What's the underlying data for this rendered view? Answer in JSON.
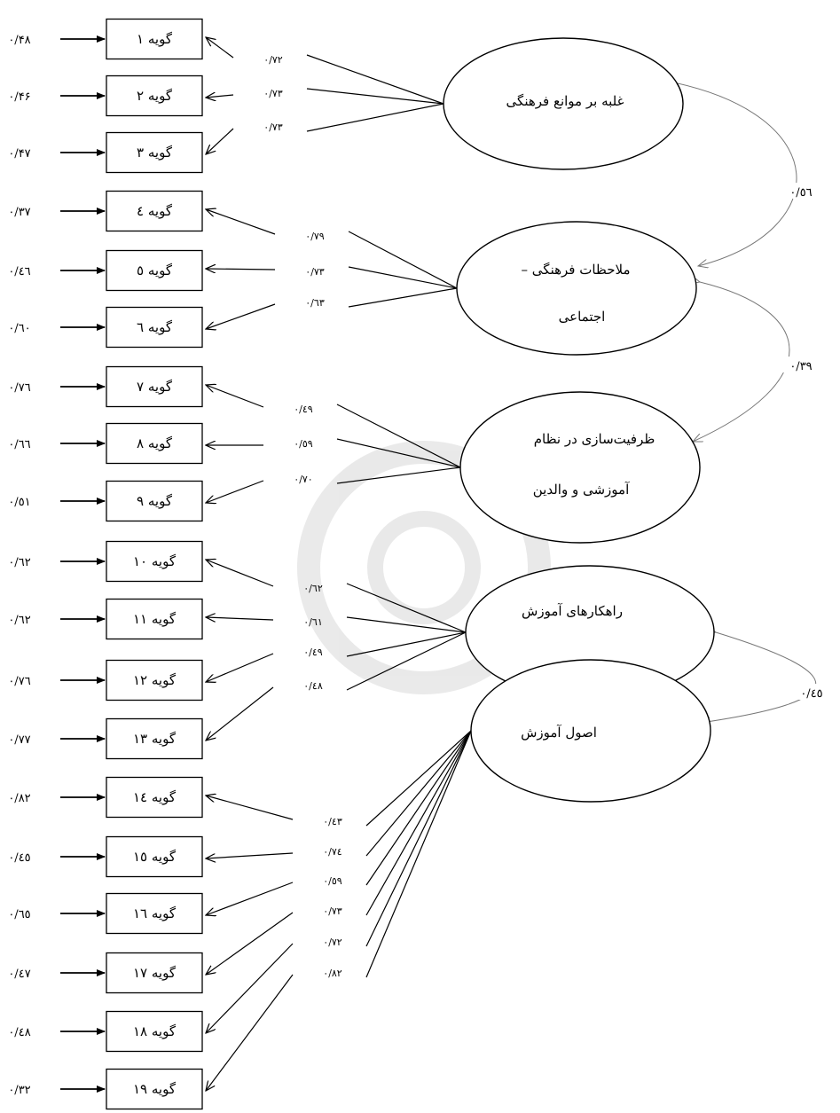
{
  "items": [
    {
      "label": "گویه ۱",
      "error": "۰/۴۸"
    },
    {
      "label": "گویه ۲",
      "error": "۰/۴۶"
    },
    {
      "label": "گویه ۳",
      "error": "۰/۴۷"
    },
    {
      "label": "گویه ٤",
      "error": "۰/۳۷"
    },
    {
      "label": "گویه ٥",
      "error": "۰/٤٦"
    },
    {
      "label": "گویه ٦",
      "error": "۰/٦٠"
    },
    {
      "label": "گویه ۷",
      "error": "۰/۷٦"
    },
    {
      "label": "گویه ۸",
      "error": "۰/٦٦"
    },
    {
      "label": "گویه ۹",
      "error": "۰/٥١"
    },
    {
      "label": "گویه ۱۰",
      "error": "۰/٦۲"
    },
    {
      "label": "گویه ۱۱",
      "error": "۰/٦۲"
    },
    {
      "label": "گویه ۱۲",
      "error": "۰/۷٦"
    },
    {
      "label": "گویه ۱۳",
      "error": "۰/۷۷"
    },
    {
      "label": "گویه ١٤",
      "error": "۰/۸۲"
    },
    {
      "label": "گویه ۱٥",
      "error": "۰/٤٥"
    },
    {
      "label": "گویه ۱٦",
      "error": "۰/٦٥"
    },
    {
      "label": "گویه ۱۷",
      "error": "۰/٤۷"
    },
    {
      "label": "گویه ۱۸",
      "error": "۰/٤۸"
    },
    {
      "label": "گویه ۱۹",
      "error": "۰/۳۲"
    }
  ],
  "factors": [
    {
      "lines": [
        "غلبه بر موانع فرهنگی"
      ],
      "items": [
        0,
        1,
        2
      ],
      "loadings": [
        "۰/۷۲",
        "۰/۷۳",
        "۰/۷۳"
      ]
    },
    {
      "lines": [
        "ملاحظات فرهنگی –",
        "اجتماعی"
      ],
      "items": [
        3,
        4,
        5
      ],
      "loadings": [
        "۰/۷۹",
        "۰/۷۳",
        "۰/٦۳"
      ]
    },
    {
      "lines": [
        "ظرفیت‌سازی در نظام",
        "آموزشی و والدین"
      ],
      "items": [
        6,
        7,
        8
      ],
      "loadings": [
        "۰/٤٩",
        "۰/٥٩",
        "۰/۷۰"
      ]
    },
    {
      "lines": [
        "راهکارهای آموزش"
      ],
      "items": [
        9,
        10,
        11,
        12
      ],
      "loadings": [
        "۰/٦۲",
        "۰/٦۱",
        "۰/٤٩",
        "۰/٤۸"
      ]
    },
    {
      "lines": [
        "اصول آموزش"
      ],
      "items": [
        13,
        14,
        15,
        16,
        17,
        18
      ],
      "loadings": [
        "۰/٤۳",
        "۰/۷٤",
        "۰/٥٩",
        "۰/۷۳",
        "۰/۷۲",
        "۰/۸۲"
      ]
    }
  ],
  "correlations": [
    {
      "from": 0,
      "to": 1,
      "value": "۰/٥٦"
    },
    {
      "from": 1,
      "to": 2,
      "value": "۰/۳۹"
    },
    {
      "from": 3,
      "to": 4,
      "value": "۰/٤٥"
    }
  ]
}
